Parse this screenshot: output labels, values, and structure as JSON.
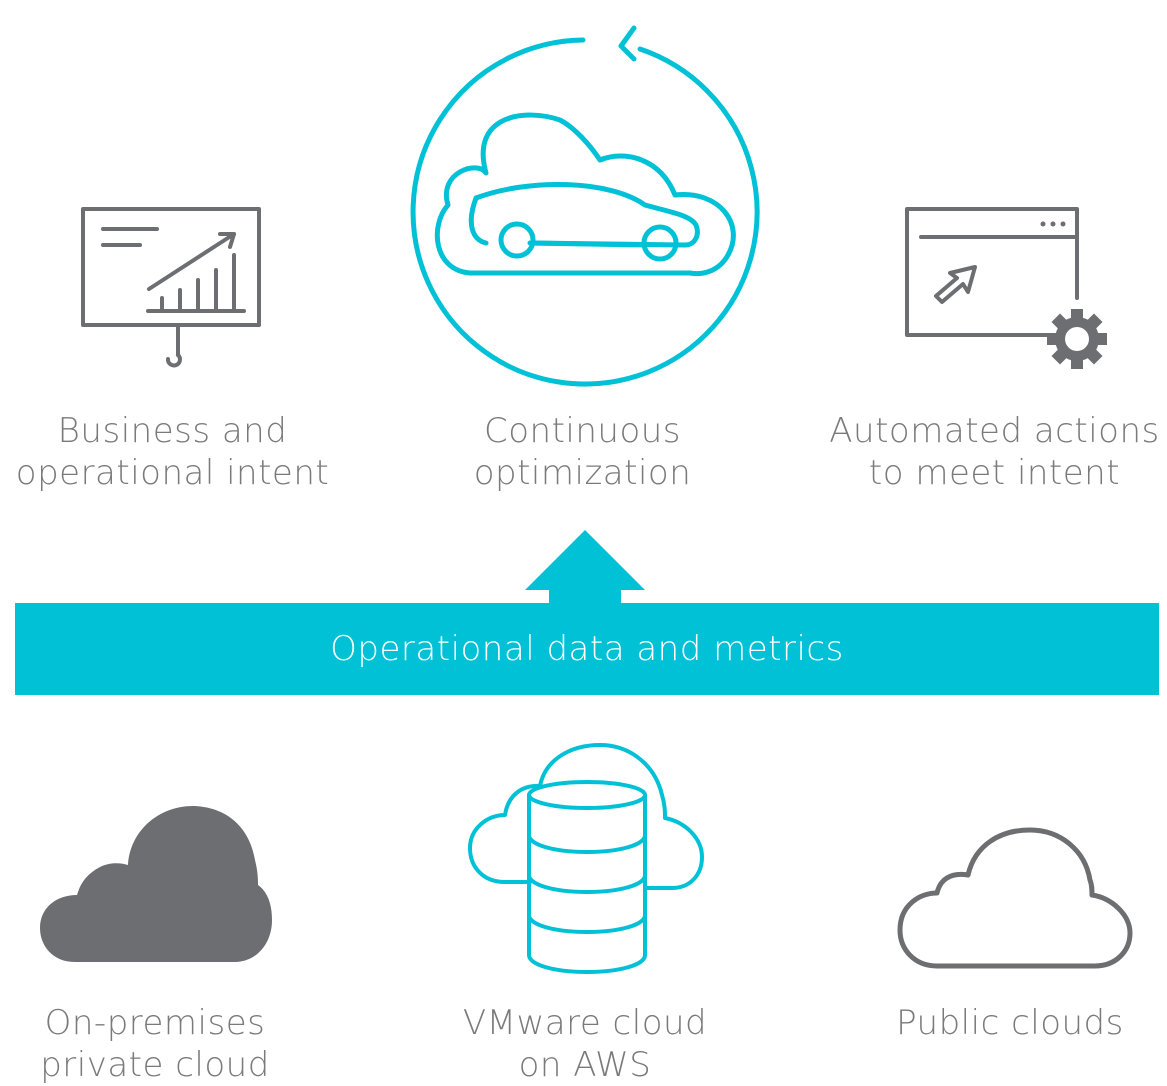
{
  "colors": {
    "accent": "#00c1d5",
    "icon_gray": "#6d6e71",
    "text_gray": "#7a7a7a"
  },
  "top_items": [
    {
      "icon": "presentation-chart-icon",
      "lines": [
        "Business and",
        "operational intent"
      ]
    },
    {
      "icon": "car-in-cloud-cycle-icon",
      "lines": [
        "Continuous",
        "optimization"
      ]
    },
    {
      "icon": "browser-gear-icon",
      "lines": [
        "Automated actions",
        "to meet intent"
      ]
    }
  ],
  "banner": {
    "label": "Operational data and metrics"
  },
  "bottom_items": [
    {
      "icon": "filled-cloud-icon",
      "lines": [
        "On-premises",
        "private cloud"
      ]
    },
    {
      "icon": "cloud-database-icon",
      "lines": [
        "VMware cloud",
        "on AWS"
      ]
    },
    {
      "icon": "outline-cloud-icon",
      "lines": [
        "Public clouds"
      ]
    }
  ]
}
